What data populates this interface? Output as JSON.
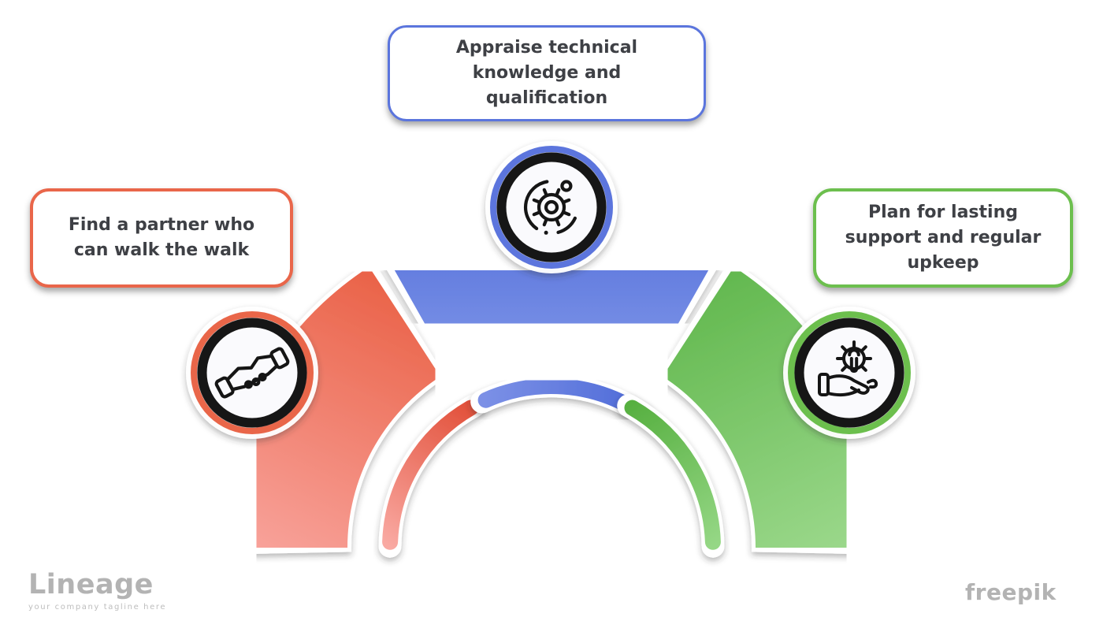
{
  "page": {
    "background_color": "#ffffff"
  },
  "cards": {
    "top": {
      "label": "Appraise technical knowledge and qualification",
      "accent_color": "#5b75dd",
      "icon": "gear-process-icon"
    },
    "left": {
      "label": "Find a partner who can walk the walk",
      "accent_color": "#e9664a",
      "icon": "handshake-icon"
    },
    "right": {
      "label": "Plan for lasting support and regular upkeep",
      "accent_color": "#6cbf4e",
      "icon": "hand-gear-icon"
    }
  },
  "arch": {
    "segments": [
      {
        "name": "left-segment",
        "gradient_top": "#e85a3d",
        "gradient_bottom": "#f8a29a"
      },
      {
        "name": "center-segment",
        "gradient_top": "#5570da",
        "gradient_bottom": "#8ea4ee"
      },
      {
        "name": "right-segment",
        "gradient_top": "#5bb447",
        "gradient_bottom": "#9bd88b"
      }
    ],
    "inner_ring_segments": [
      {
        "name": "left-thin-arc",
        "gradient_top": "#e2503a",
        "gradient_bottom": "#f9a9a2"
      },
      {
        "name": "center-thin-arc",
        "gradient_left": "#7b90e6",
        "gradient_right": "#4f6bd8"
      },
      {
        "name": "right-thin-arc",
        "gradient_top": "#57b041",
        "gradient_bottom": "#95d785"
      }
    ]
  },
  "footer": {
    "logo_text": "Lineage",
    "logo_tagline": "your company tagline here",
    "credit_text": "freepik"
  }
}
